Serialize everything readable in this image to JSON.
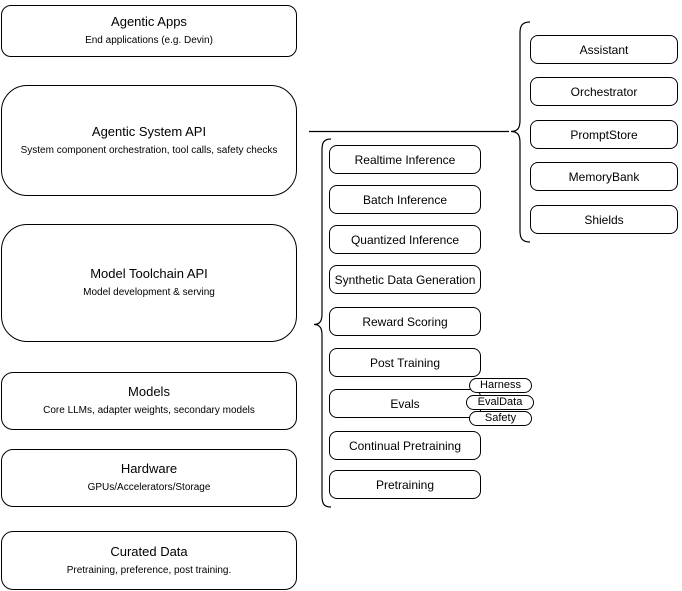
{
  "diagram": {
    "left_stack": [
      {
        "title": "Agentic Apps",
        "subtitle": "End applications (e.g. Devin)"
      },
      {
        "title": "Agentic System API",
        "subtitle": "System component orchestration, tool calls, safety checks"
      },
      {
        "title": "Model Toolchain API",
        "subtitle": "Model development & serving"
      },
      {
        "title": "Models",
        "subtitle": "Core LLMs, adapter weights, secondary models"
      },
      {
        "title": "Hardware",
        "subtitle": "GPUs/Accelerators/Storage"
      },
      {
        "title": "Curated Data",
        "subtitle": "Pretraining, preference, post training."
      }
    ],
    "toolchain_items": [
      "Realtime Inference",
      "Batch Inference",
      "Quantized Inference",
      "Synthetic Data Generation",
      "Reward Scoring",
      "Post Training",
      "Evals",
      "Continual Pretraining",
      "Pretraining"
    ],
    "eval_tags": [
      "Harness",
      "EvalData",
      "Safety"
    ],
    "system_components": [
      "Assistant",
      "Orchestrator",
      "PromptStore",
      "MemoryBank",
      "Shields"
    ],
    "colors": {
      "stroke": "#000000",
      "fill": "#ffffff",
      "text": "#000000"
    }
  }
}
